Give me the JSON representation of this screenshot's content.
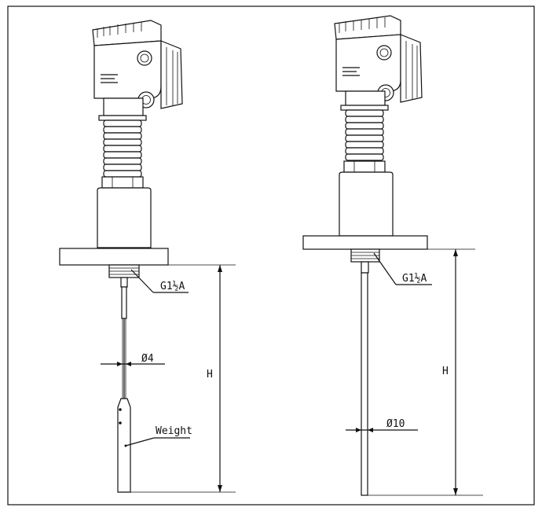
{
  "left_instrument": {
    "connection_label": "G1½A",
    "diameter_label": "Ø4",
    "weight_label": "Weight",
    "height_label": "H"
  },
  "right_instrument": {
    "connection_label": "G1½A",
    "diameter_label": "Ø10",
    "height_label": "H"
  },
  "colors": {
    "line": "#111111",
    "background": "#ffffff"
  }
}
